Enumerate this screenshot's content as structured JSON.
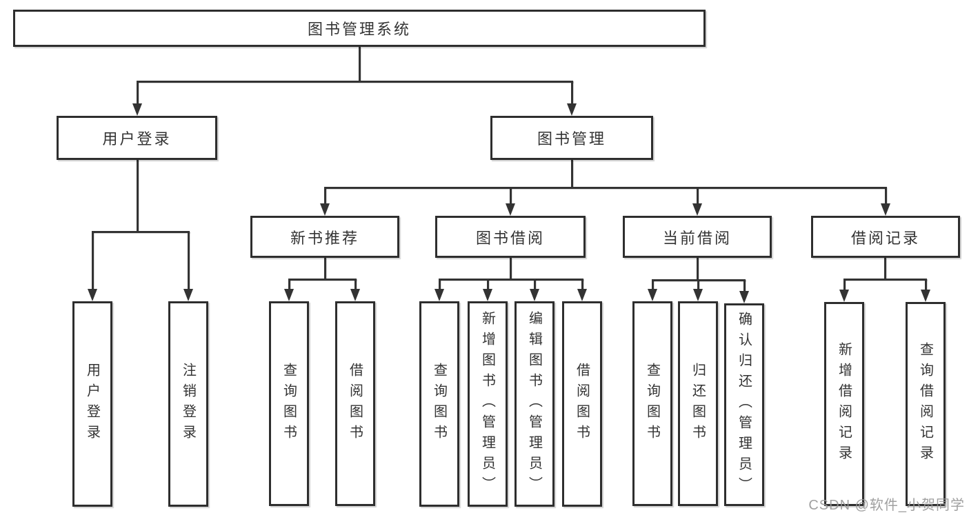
{
  "diagram": {
    "background_color": "#ffffff",
    "line_color": "#333333",
    "box_border_color": "#2e2e2e",
    "text_color": "#333333",
    "watermark": {
      "label": "CSDN @软件_小贺同学",
      "color": "#969696"
    },
    "tree": {
      "label": "图书管理系统",
      "children": [
        {
          "label": "用户登录",
          "children": [
            {
              "label": "用户登录"
            },
            {
              "label": "注销登录"
            }
          ]
        },
        {
          "label": "图书管理",
          "children": [
            {
              "label": "新书推荐",
              "children": [
                {
                  "label": "查询图书"
                },
                {
                  "label": "借阅图书"
                }
              ]
            },
            {
              "label": "图书借阅",
              "children": [
                {
                  "label": "查询图书"
                },
                {
                  "label": "新增图书（管理员）"
                },
                {
                  "label": "编辑图书（管理员）"
                },
                {
                  "label": "借阅图书"
                }
              ]
            },
            {
              "label": "当前借阅",
              "children": [
                {
                  "label": "查询图书"
                },
                {
                  "label": "归还图书"
                },
                {
                  "label": "确认归还（管理员）"
                }
              ]
            },
            {
              "label": "借阅记录",
              "children": [
                {
                  "label": "新增借阅记录"
                },
                {
                  "label": "查询借阅记录"
                }
              ]
            }
          ]
        }
      ]
    }
  }
}
